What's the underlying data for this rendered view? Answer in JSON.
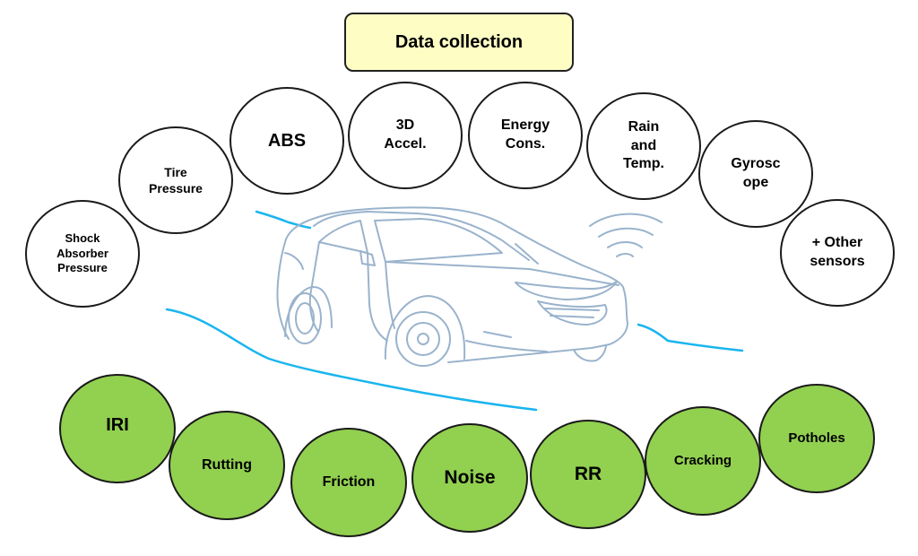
{
  "title": "Data collection",
  "sensors": [
    {
      "label": "Shock\nAbsorber\nPressure"
    },
    {
      "label": "Tire\nPressure"
    },
    {
      "label": "ABS"
    },
    {
      "label": "3D\nAccel."
    },
    {
      "label": "Energy\nCons."
    },
    {
      "label": "Rain\nand\nTemp."
    },
    {
      "label": "Gyrosc\nope"
    },
    {
      "label": "+ Other\nsensors"
    }
  ],
  "metrics": [
    {
      "label": "IRI"
    },
    {
      "label": "Rutting"
    },
    {
      "label": "Friction"
    },
    {
      "label": "Noise"
    },
    {
      "label": "RR"
    },
    {
      "label": "Cracking"
    },
    {
      "label": "Potholes"
    }
  ],
  "colors": {
    "title_fill": "#fdfdc4",
    "metric_fill": "#92d050",
    "road_line": "#19b5ee",
    "car_line": "#9ab3cc"
  },
  "icons": [
    "car-icon",
    "wireless-signal-icon"
  ]
}
